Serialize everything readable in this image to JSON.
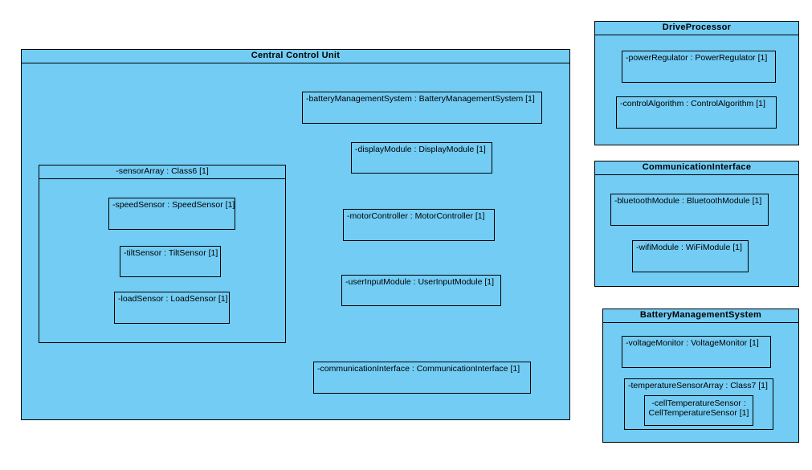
{
  "diagram": {
    "title": "UML Composite Structure Diagram",
    "colors": {
      "fill": "#72ccf4",
      "stroke": "#000000",
      "background": "#ffffff",
      "text": "#000000"
    }
  },
  "central_control_unit": {
    "title": "Central Control Unit",
    "parts": {
      "sensor_array": {
        "title": "-sensorArray : Class6 [1]",
        "children": [
          {
            "label": "-speedSensor : SpeedSensor [1]"
          },
          {
            "label": "-tiltSensor : TiltSensor [1]"
          },
          {
            "label": "-loadSensor : LoadSensor [1]"
          }
        ]
      },
      "battery_management_system": {
        "label": "-batteryManagementSystem : BatteryManagementSystem [1]"
      },
      "display_module": {
        "label": "-displayModule : DisplayModule [1]"
      },
      "motor_controller": {
        "label": "-motorController : MotorController [1]"
      },
      "user_input_module": {
        "label": "-userInputModule : UserInputModule [1]"
      },
      "communication_interface": {
        "label": "-communicationInterface : CommunicationInterface [1]"
      }
    }
  },
  "drive_processor": {
    "title": "DriveProcessor",
    "parts": [
      {
        "label": "-powerRegulator : PowerRegulator [1]"
      },
      {
        "label": "-controlAlgorithm : ControlAlgorithm [1]"
      }
    ]
  },
  "communication_interface": {
    "title": "CommunicationInterface",
    "parts": [
      {
        "label": "-bluetoothModule : BluetoothModule [1]"
      },
      {
        "label": "-wifiModule : WiFiModule [1]"
      }
    ]
  },
  "battery_management_system": {
    "title": "BatteryManagementSystem",
    "parts": {
      "voltage_monitor": {
        "label": "-voltageMonitor : VoltageMonitor [1]"
      },
      "temperature_sensor_array": {
        "title": "-temperatureSensorArray : Class7 [1]",
        "children": [
          {
            "label": "-cellTemperatureSensor : CellTemperatureSensor [1]"
          }
        ]
      }
    }
  }
}
